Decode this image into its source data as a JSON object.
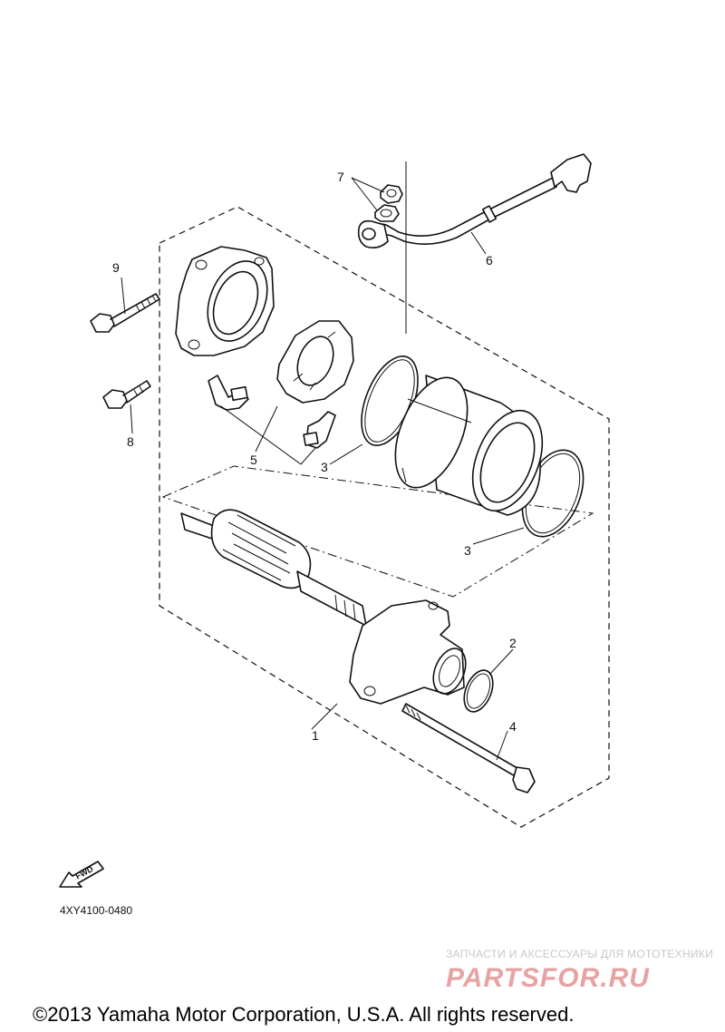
{
  "callouts": {
    "c1": "1",
    "c2": "2",
    "c3a": "3",
    "c3b": "3",
    "c4": "4",
    "c5": "5",
    "c6": "6",
    "c7": "7",
    "c8": "8",
    "c9": "9"
  },
  "fwd_label": "FWD",
  "diagram_code": "4XY4100-0480",
  "watermark": {
    "tagline": "ЗАПЧАСТИ И АКСЕССУАРЫ ДЛЯ МОТОТЕХНИКИ",
    "brand": "PARTSFOR.RU"
  },
  "copyright": "©2013 Yamaha Motor Corporation, U.S.A. All rights reserved."
}
